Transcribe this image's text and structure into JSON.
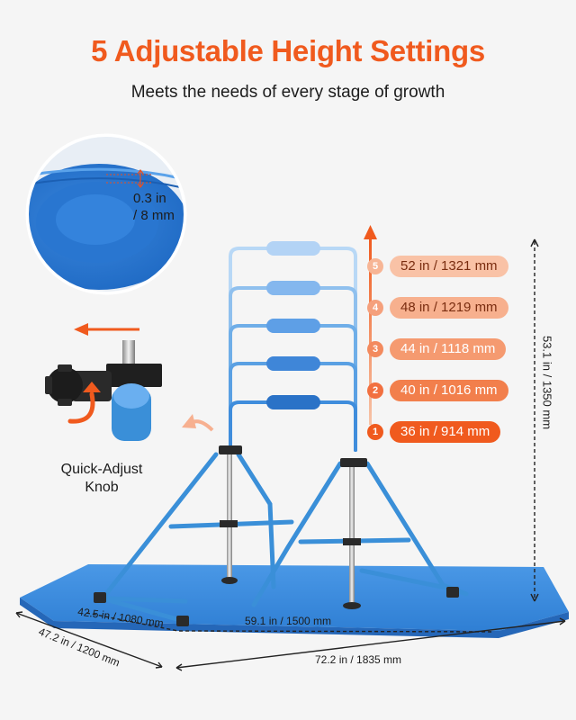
{
  "header": {
    "title": "5 Adjustable Height Settings",
    "subtitle": "Meets the needs of every stage of growth"
  },
  "mat": {
    "thickness_in": "0.3 in",
    "thickness_mm": "/ 8 mm"
  },
  "knob": {
    "label_line1": "Quick-Adjust",
    "label_line2": "Knob"
  },
  "height_settings": [
    {
      "number": "5",
      "label": "52 in / 1321 mm"
    },
    {
      "number": "4",
      "label": "48 in / 1219 mm"
    },
    {
      "number": "3",
      "label": "44 in / 1118 mm"
    },
    {
      "number": "2",
      "label": "40 in / 1016 mm"
    },
    {
      "number": "1",
      "label": "36 in / 914 mm"
    }
  ],
  "dimensions": {
    "total_height": "53.1 in / 1350 mm",
    "base_depth": "42.5 in / 1080 mm",
    "base_width": "59.1 in / 1500 mm",
    "mat_depth": "47.2 in / 1200 mm",
    "mat_width": "72.2 in / 1835 mm"
  },
  "colors": {
    "accent": "#f05a1e",
    "frame_blue": "#3a8fd8",
    "mat_blue": "#3b8be0"
  }
}
